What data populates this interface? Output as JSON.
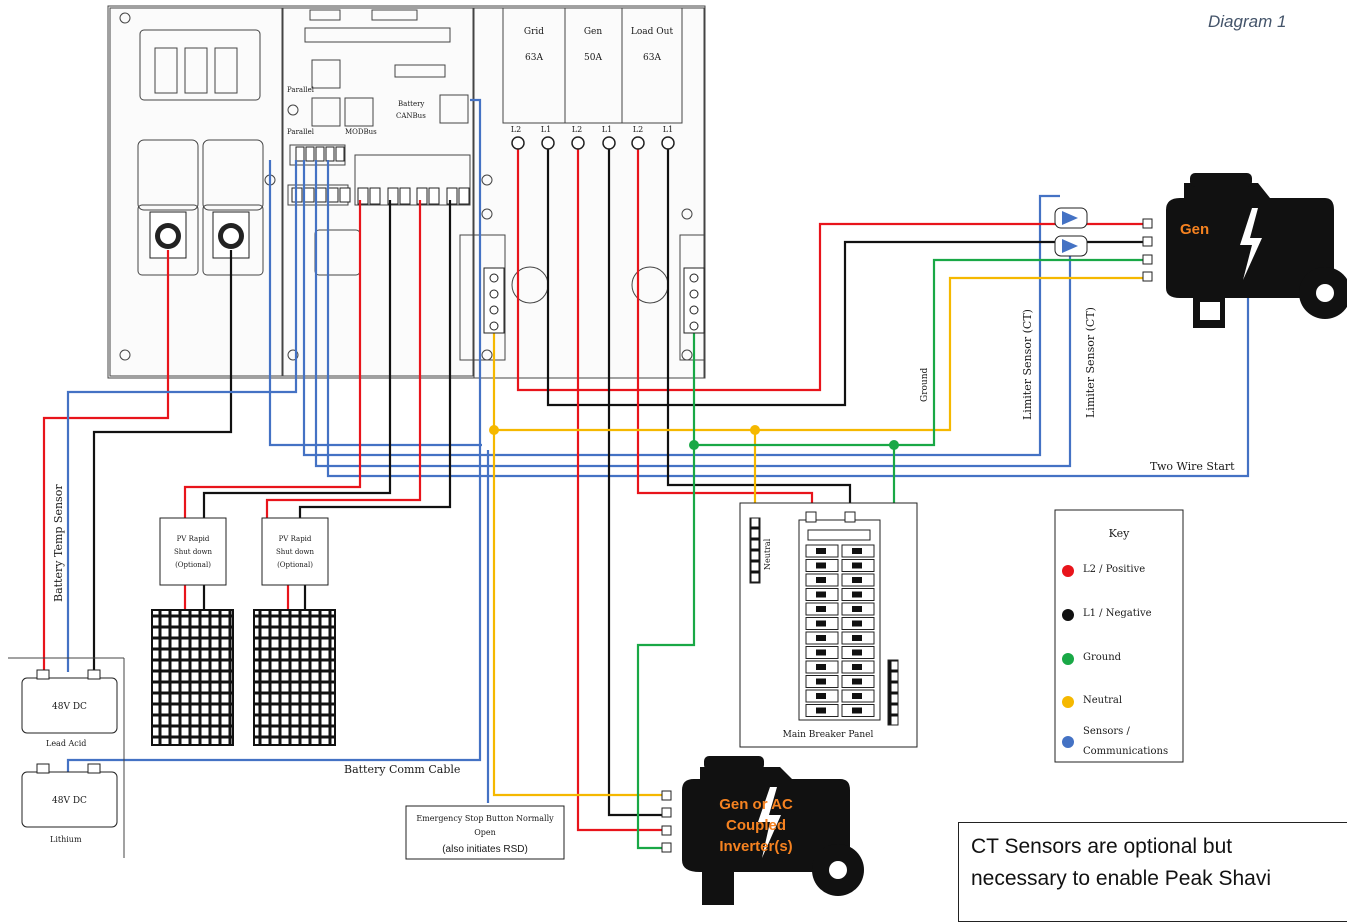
{
  "title": "Diagram 1",
  "inverter": {
    "breakers": [
      {
        "name": "Grid",
        "rating": "63A"
      },
      {
        "name": "Gen",
        "rating": "50A"
      },
      {
        "name": "Load Out",
        "rating": "63A"
      }
    ],
    "terminals": [
      "L2",
      "L1",
      "L2",
      "L1",
      "L2",
      "L1"
    ],
    "ports": {
      "parallel": "Parallel",
      "modbus": "MODBus",
      "battery_canbus_1": "Battery",
      "battery_canbus_2": "CANBus"
    }
  },
  "labels": {
    "battery_temp_sensor": "Battery Temp Sensor",
    "ground": "Ground",
    "limiter_sensor": "Limiter Sensor (CT)",
    "two_wire_start": "Two Wire Start",
    "battery_comm_cable": "Battery Comm Cable",
    "neutral": "Neutral",
    "main_breaker_panel": "Main Breaker Panel"
  },
  "rsd": {
    "line1": "PV Rapid",
    "line2": "Shut down",
    "line3": "(Optional)"
  },
  "batteries": {
    "lead_acid": {
      "voltage": "48V DC",
      "type": "Lead Acid"
    },
    "lithium": {
      "voltage": "48V DC",
      "type": "Lithium"
    }
  },
  "estop": {
    "line1": "Emergency Stop Button Normally",
    "line2": "Open",
    "line3": "(also initiates RSD)"
  },
  "generator": {
    "label": "Gen"
  },
  "ac_coupled": {
    "line1": "Gen or AC",
    "line2": "Coupled",
    "line3": "Inverter(s)"
  },
  "key": {
    "title": "Key",
    "items": [
      {
        "label": "L2 / Positive",
        "color": "#e8141b"
      },
      {
        "label": "L1 / Negative",
        "color": "#111111"
      },
      {
        "label": "Ground",
        "color": "#19a846"
      },
      {
        "label": "Neutral",
        "color": "#f5b800"
      },
      {
        "label": "Sensors /",
        "label2": "Communications",
        "color": "#4472c4"
      }
    ]
  },
  "note": {
    "line1": "CT Sensors are optional but",
    "line2": "necessary to enable Peak Shavi"
  }
}
